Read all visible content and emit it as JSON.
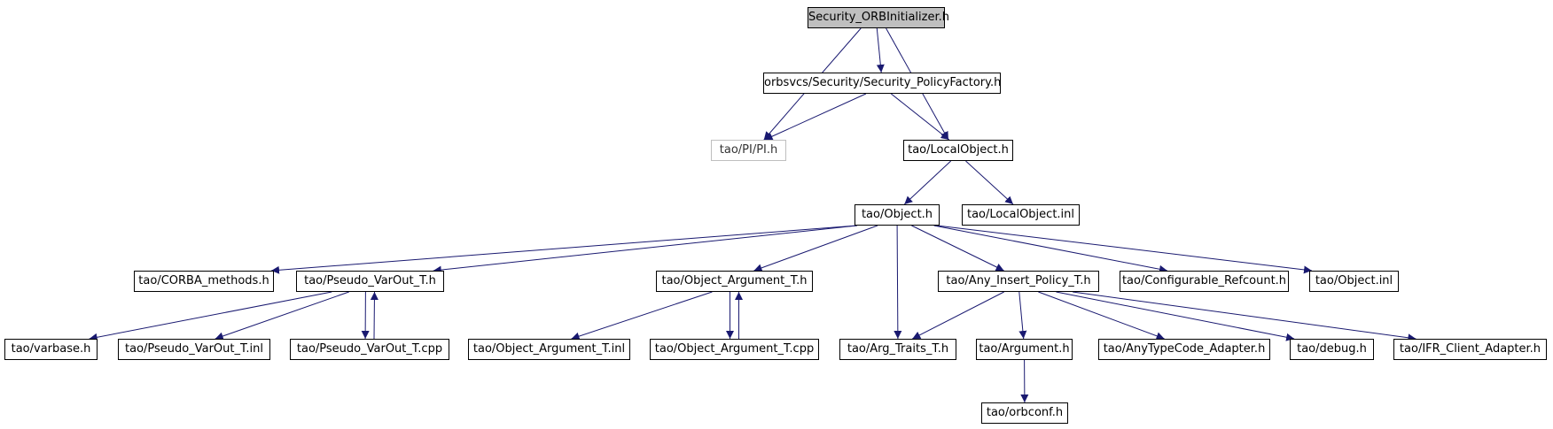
{
  "graph": {
    "edge_color": "#191970",
    "nodes": {
      "sec_orb": {
        "label": "Security_ORBInitializer.h",
        "kind": "root"
      },
      "policy_factory": {
        "label": "orbsvcs/Security/Security_PolicyFactory.h",
        "kind": "normal"
      },
      "pi": {
        "label": "tao/PI/PI.h",
        "kind": "ghost"
      },
      "local_object": {
        "label": "tao/LocalObject.h",
        "kind": "normal"
      },
      "object": {
        "label": "tao/Object.h",
        "kind": "normal"
      },
      "local_object_inl": {
        "label": "tao/LocalObject.inl",
        "kind": "normal"
      },
      "corba_methods": {
        "label": "tao/CORBA_methods.h",
        "kind": "normal"
      },
      "pseudo_varout": {
        "label": "tao/Pseudo_VarOut_T.h",
        "kind": "normal"
      },
      "object_argument": {
        "label": "tao/Object_Argument_T.h",
        "kind": "normal"
      },
      "any_insert": {
        "label": "tao/Any_Insert_Policy_T.h",
        "kind": "normal"
      },
      "configurable_refcount": {
        "label": "tao/Configurable_Refcount.h",
        "kind": "normal"
      },
      "object_inl": {
        "label": "tao/Object.inl",
        "kind": "normal"
      },
      "varbase": {
        "label": "tao/varbase.h",
        "kind": "normal"
      },
      "pseudo_varout_inl": {
        "label": "tao/Pseudo_VarOut_T.inl",
        "kind": "normal"
      },
      "pseudo_varout_cpp": {
        "label": "tao/Pseudo_VarOut_T.cpp",
        "kind": "normal"
      },
      "object_argument_inl": {
        "label": "tao/Object_Argument_T.inl",
        "kind": "normal"
      },
      "object_argument_cpp": {
        "label": "tao/Object_Argument_T.cpp",
        "kind": "normal"
      },
      "arg_traits": {
        "label": "tao/Arg_Traits_T.h",
        "kind": "normal"
      },
      "argument": {
        "label": "tao/Argument.h",
        "kind": "normal"
      },
      "anytypecode_adapter": {
        "label": "tao/AnyTypeCode_Adapter.h",
        "kind": "normal"
      },
      "debug": {
        "label": "tao/debug.h",
        "kind": "normal"
      },
      "ifr_client": {
        "label": "tao/IFR_Client_Adapter.h",
        "kind": "normal"
      },
      "orbconf": {
        "label": "tao/orbconf.h",
        "kind": "normal"
      }
    },
    "edges": [
      [
        "sec_orb",
        "policy_factory"
      ],
      [
        "sec_orb",
        "pi"
      ],
      [
        "sec_orb",
        "local_object"
      ],
      [
        "policy_factory",
        "pi"
      ],
      [
        "policy_factory",
        "local_object"
      ],
      [
        "local_object",
        "object"
      ],
      [
        "local_object",
        "local_object_inl"
      ],
      [
        "object",
        "corba_methods"
      ],
      [
        "object",
        "pseudo_varout"
      ],
      [
        "object",
        "object_argument"
      ],
      [
        "object",
        "arg_traits"
      ],
      [
        "object",
        "any_insert"
      ],
      [
        "object",
        "configurable_refcount"
      ],
      [
        "object",
        "object_inl"
      ],
      [
        "pseudo_varout",
        "varbase"
      ],
      [
        "pseudo_varout",
        "pseudo_varout_inl"
      ],
      [
        "pseudo_varout",
        "pseudo_varout_cpp"
      ],
      [
        "pseudo_varout_cpp",
        "pseudo_varout"
      ],
      [
        "object_argument",
        "object_argument_inl"
      ],
      [
        "object_argument",
        "object_argument_cpp"
      ],
      [
        "object_argument_cpp",
        "object_argument"
      ],
      [
        "any_insert",
        "arg_traits"
      ],
      [
        "any_insert",
        "argument"
      ],
      [
        "any_insert",
        "anytypecode_adapter"
      ],
      [
        "any_insert",
        "debug"
      ],
      [
        "any_insert",
        "ifr_client"
      ],
      [
        "argument",
        "orbconf"
      ]
    ]
  }
}
